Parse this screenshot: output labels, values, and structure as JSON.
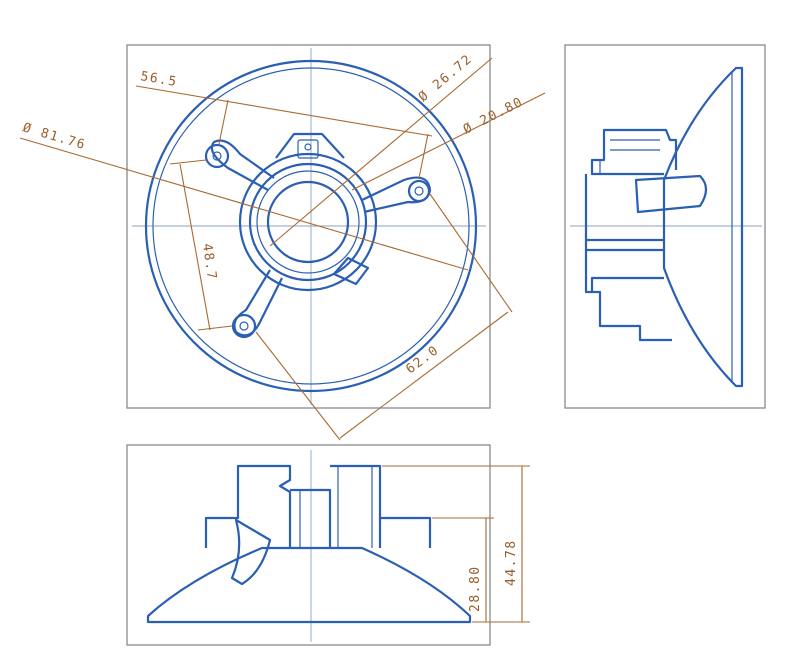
{
  "drawing": {
    "colors": {
      "part_outline": "#2b5fb3",
      "dimension": "#a86a32",
      "frame": "#8a8a8a",
      "centerline": "#8fa2bf"
    },
    "views": [
      "front-view",
      "side-view",
      "bottom-view"
    ],
    "dimensions": {
      "d_flange": "Ø 81.76",
      "width_ears": "56.5",
      "d_outer_collar": "Ø 26.72",
      "d_inner_collar": "Ø 20.80",
      "ear_spacing": "48.7",
      "diag_span": "62.0",
      "collar_height": "28.80",
      "total_height": "44.78"
    }
  }
}
